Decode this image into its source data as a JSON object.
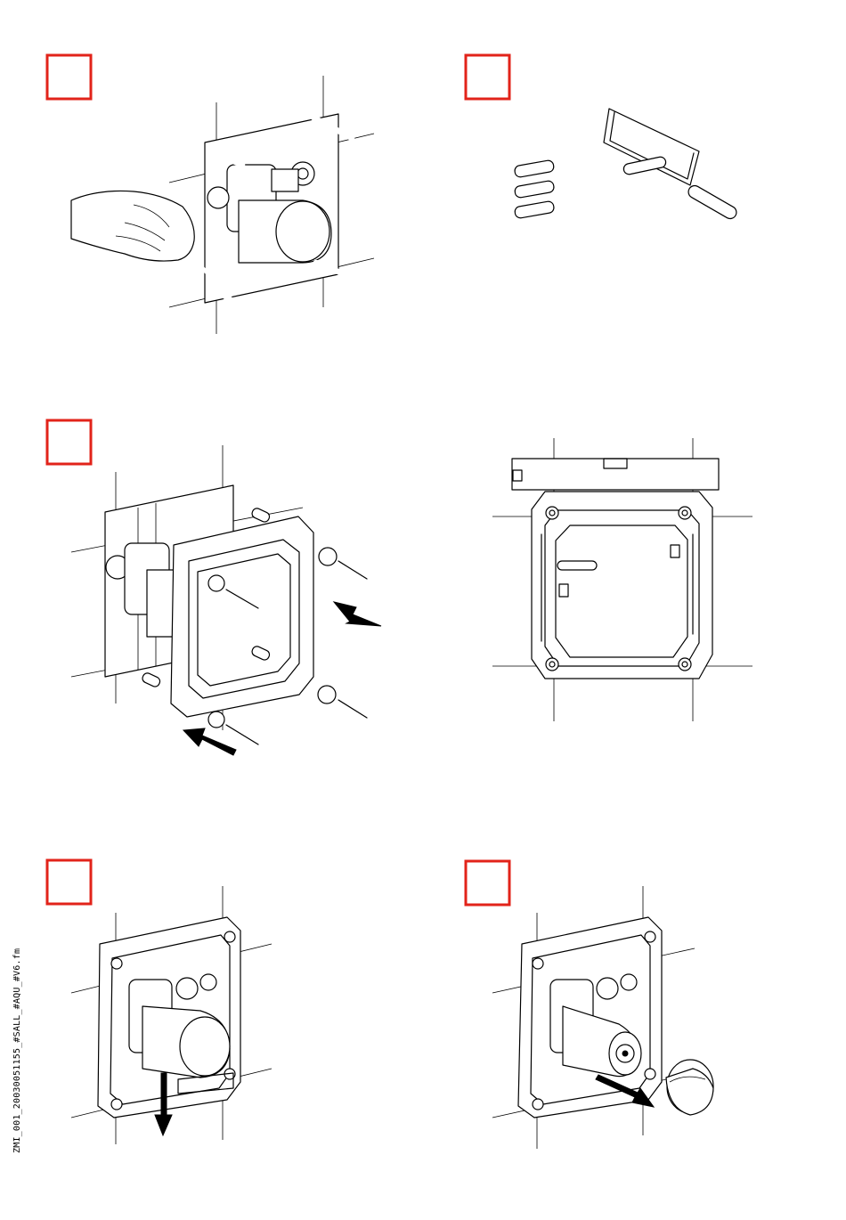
{
  "document": {
    "side_code": "ZMI_001_20030051155_#SALL_#AQU_#V6.fm",
    "accent_color": "#e2231a"
  },
  "steps": [
    {
      "id": 1,
      "icon": "marking-pipes-with-pencil-illustration"
    },
    {
      "id": 2,
      "icon": "cut-pipes-with-hacksaw-illustration"
    },
    {
      "id": 3,
      "icon": "mount-frame-with-screws-illustration"
    },
    {
      "id": 4,
      "icon": "level-frame-with-spirit-level-illustration"
    },
    {
      "id": 5,
      "icon": "pull-off-cover-illustration"
    },
    {
      "id": 6,
      "icon": "remove-protective-cap-illustration"
    }
  ]
}
